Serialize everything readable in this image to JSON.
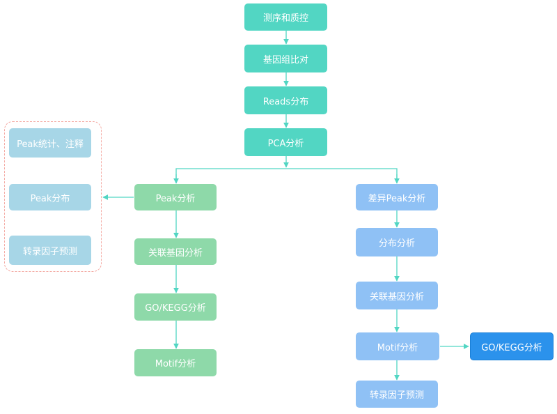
{
  "colors": {
    "teal": "#52d6c3",
    "green": "#8ed9a9",
    "blue": "#8fc1f5",
    "deep_blue": "#2b92ec",
    "light_blue": "#a7d6e7",
    "arrow": "#52d6c3",
    "dash_border": "#f4a9a2"
  },
  "main_flow": {
    "step1": "测序和质控",
    "step2": "基因组比对",
    "step3": "Reads分布",
    "step4": "PCA分析"
  },
  "left_branch": {
    "peak": "Peak分析",
    "related_genes": "关联基因分析",
    "go_kegg": "GO/KEGG分析",
    "motif": "Motif分析"
  },
  "peak_details": {
    "stats": "Peak统计、注释",
    "distribution": "Peak分布",
    "tf_prediction": "转录因子预测"
  },
  "right_branch": {
    "diff_peak": "差异Peak分析",
    "distribution": "分布分析",
    "related_genes": "关联基因分析",
    "motif": "Motif分析",
    "tf_prediction": "转录因子预测",
    "go_kegg": "GO/KEGG分析"
  }
}
